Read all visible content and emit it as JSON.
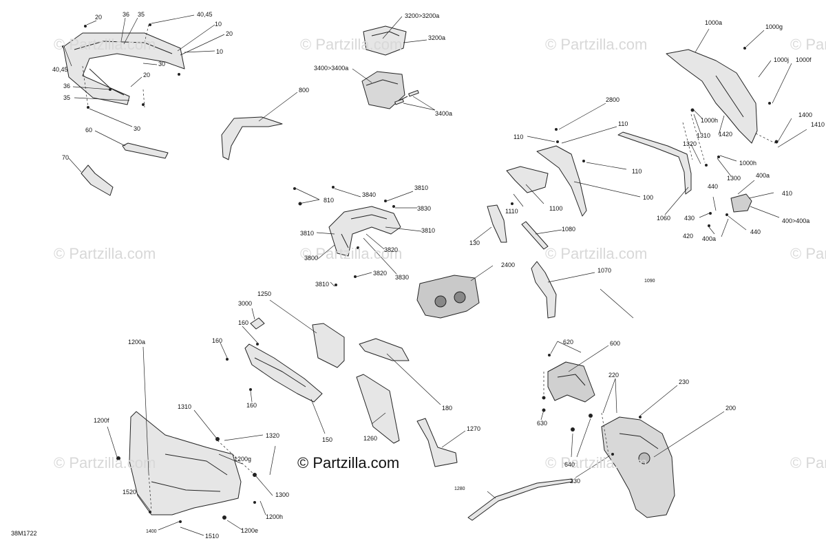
{
  "diagram_code": "38M1722",
  "watermark": {
    "copyright_symbol": "©",
    "text": "Partzilla.com"
  },
  "brand_label": {
    "text": "© Partzilla.com"
  },
  "callouts": {
    "c20a": "20",
    "c36a": "36",
    "c35a": "35",
    "c4045a": "40,45",
    "c10a": "10",
    "c20b": "20",
    "c10b": "10",
    "c4045b": "40,45",
    "c30a": "30",
    "c20c": "20",
    "c36b": "36",
    "c35b": "35",
    "c30b": "30",
    "c60": "60",
    "c70": "70",
    "c3200": "3200>3200a",
    "c3200a": "3200a",
    "c3400": "3400>3400a",
    "c3400a": "3400a",
    "c800": "800",
    "c2800": "2800",
    "c110a": "110",
    "c110b": "110",
    "c110c": "110",
    "c100": "100",
    "c1100": "1100",
    "c1110": "1110",
    "c130": "130",
    "c1080": "1080",
    "c1060": "1060",
    "c1070": "1070",
    "c1090": "1090",
    "c2400": "2400",
    "c1000a": "1000a",
    "c1000g": "1000g",
    "c1000j": "1000j",
    "c1000f": "1000f",
    "c1000h1": "1000h",
    "c1310a": "1310",
    "c1420": "1420",
    "c1400a": "1400",
    "c1410": "1410",
    "c1320a": "1320",
    "c1000h2": "1000h",
    "c1300a": "1300",
    "c400a1": "400a",
    "c440a": "440",
    "c410": "410",
    "c430": "430",
    "c400": "400>400a",
    "c420": "420",
    "c400a2": "400a",
    "c440b": "440",
    "c810": "810",
    "c3840": "3840",
    "c3810a": "3810",
    "c3830a": "3830",
    "c3810b": "3810",
    "c3810c": "3810",
    "c3820a": "3820",
    "c3800": "3800",
    "c3820b": "3820",
    "c3830b": "3830",
    "c3810d": "3810",
    "c1250": "1250",
    "c3000": "3000",
    "c160a": "160",
    "c160b": "160",
    "c160c": "160",
    "c150": "150",
    "c180": "180",
    "c1260": "1260",
    "c1270": "1270",
    "c1280": "1280",
    "c1200a": "1200a",
    "c1200f": "1200f",
    "c1310b": "1310",
    "c1320b": "1320",
    "c1200g": "1200g",
    "c1300b": "1300",
    "c1520": "1520",
    "c1200h": "1200h",
    "c1400b": "1400",
    "c1510": "1510",
    "c1200e": "1200e",
    "c620": "620",
    "c600": "600",
    "c220": "220",
    "c230a": "230",
    "c200": "200",
    "c630": "630",
    "c640": "640",
    "c230b": "230"
  },
  "colors": {
    "line": "#222222",
    "part_fill": "#e6e6e6",
    "part_shade": "#9a9a9a",
    "watermark": "#d8d8d8"
  }
}
